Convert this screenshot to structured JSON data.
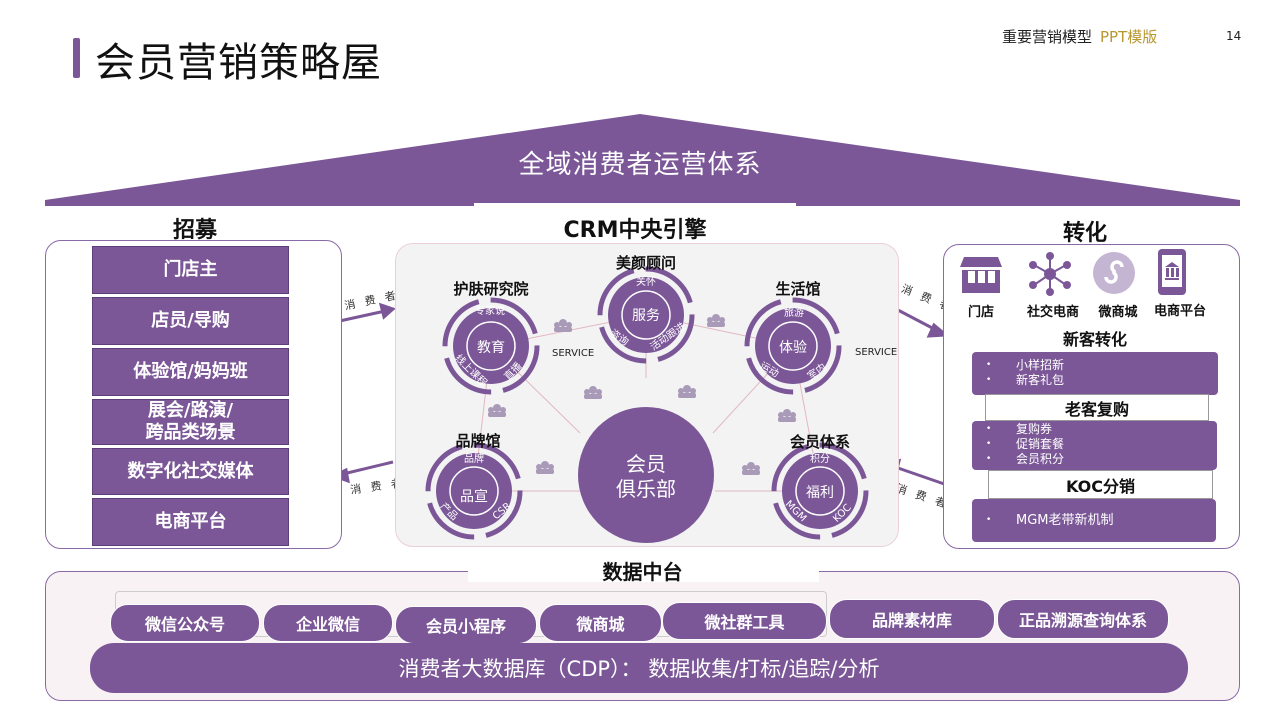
{
  "header": {
    "title": "会员营销策略屋",
    "subtitle": "重要营销模型",
    "template_tag": "PPT模版",
    "page_number": "14"
  },
  "roof": {
    "label": "全域消费者运营体系"
  },
  "recruit": {
    "title": "招募",
    "items": [
      "门店主",
      "店员/导购",
      "体验馆/妈妈班",
      "展会/路演/\n跨品类场景",
      "数字化社交媒体",
      "电商平台"
    ]
  },
  "crm": {
    "title": "CRM中央引擎",
    "center": [
      "会员",
      "俱乐部"
    ],
    "nodes": {
      "skincare": {
        "title": "护肤研究院",
        "core": "教育",
        "tags": [
          "专家说",
          "线上课程",
          "直播"
        ]
      },
      "beauty": {
        "title": "美颜顾问",
        "core": "服务",
        "tags": [
          "关怀",
          "咨询",
          "活动跟进"
        ]
      },
      "life": {
        "title": "生活馆",
        "core": "体验",
        "tags": [
          "旅游",
          "运动",
          "室内"
        ]
      },
      "brand": {
        "title": "品牌馆",
        "core": "品宣",
        "tags": [
          "品牌",
          "产品",
          "CSR"
        ]
      },
      "member": {
        "title": "会员体系",
        "core": "福利",
        "tags": [
          "积分",
          "MGM",
          "KOC"
        ]
      }
    },
    "service_labels": [
      "SERVICE",
      "SERVICE"
    ]
  },
  "flow_labels": [
    "消 费 者",
    "消 费 者",
    "消 费 者",
    "消 费 者"
  ],
  "convert": {
    "title": "转化",
    "channels": [
      {
        "label": "门店",
        "icon": "store-icon"
      },
      {
        "label": "社交电商",
        "icon": "network-icon"
      },
      {
        "label": "微商城",
        "icon": "mini-program-icon"
      },
      {
        "label": "电商平台",
        "icon": "phone-bank-icon"
      }
    ],
    "new_customer": {
      "heading": "新客转化",
      "items": [
        "小样招新",
        "新客礼包"
      ]
    },
    "repurchase": {
      "heading": "老客复购",
      "items": [
        "复购券",
        "促销套餐",
        "会员积分"
      ]
    },
    "koc": {
      "heading": "KOC分销",
      "items": [
        "MGM老带新机制"
      ]
    }
  },
  "data_center": {
    "title": "数据中台",
    "tools": [
      "微信公众号",
      "企业微信",
      "会员小程序",
      "微商城",
      "微社群工具",
      "品牌素材库",
      "正品溯源查询体系"
    ],
    "cdp": "消费者大数据库（CDP）：  数据收集/打标/追踪/分析"
  },
  "colors": {
    "accent": "#7b5797",
    "gold": "#b8972f"
  }
}
